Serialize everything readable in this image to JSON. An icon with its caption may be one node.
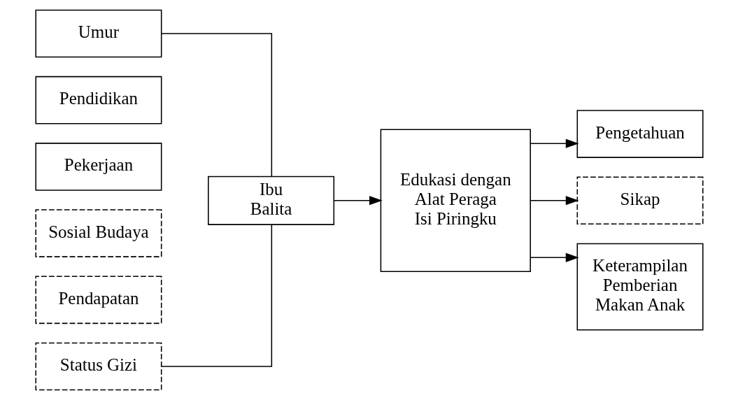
{
  "diagram": {
    "nodes": [
      {
        "text": [
          "Umur"
        ]
      },
      {
        "text": [
          "Pendidikan"
        ]
      },
      {
        "text": [
          "Pekerjaan"
        ]
      },
      {
        "text": [
          "Sosial Budaya"
        ]
      },
      {
        "text": [
          "Pendapatan"
        ]
      },
      {
        "text": [
          "Status Gizi"
        ]
      },
      {
        "text": [
          "Ibu Balita"
        ]
      },
      {
        "text": [
          "Edukasi dengan Alat Peraga Isi Piringku"
        ]
      },
      {
        "text": [
          "Pengetahuan"
        ]
      },
      {
        "text": [
          "Sikap"
        ]
      },
      {
        "text": [
          "Keterampilan Pemberian Makan Anak"
        ]
      }
    ],
    "edges": [
      {
        "from": 0,
        "to": 6,
        "arrow": "none"
      },
      {
        "from": 5,
        "to": 6,
        "arrow": "none"
      },
      {
        "from": 6,
        "to": 7,
        "arrow": "to"
      },
      {
        "from": 7,
        "to": 8,
        "arrow": "to"
      },
      {
        "from": 7,
        "to": 9,
        "arrow": "to"
      },
      {
        "from": 7,
        "to": 10,
        "arrow": "to"
      }
    ]
  }
}
